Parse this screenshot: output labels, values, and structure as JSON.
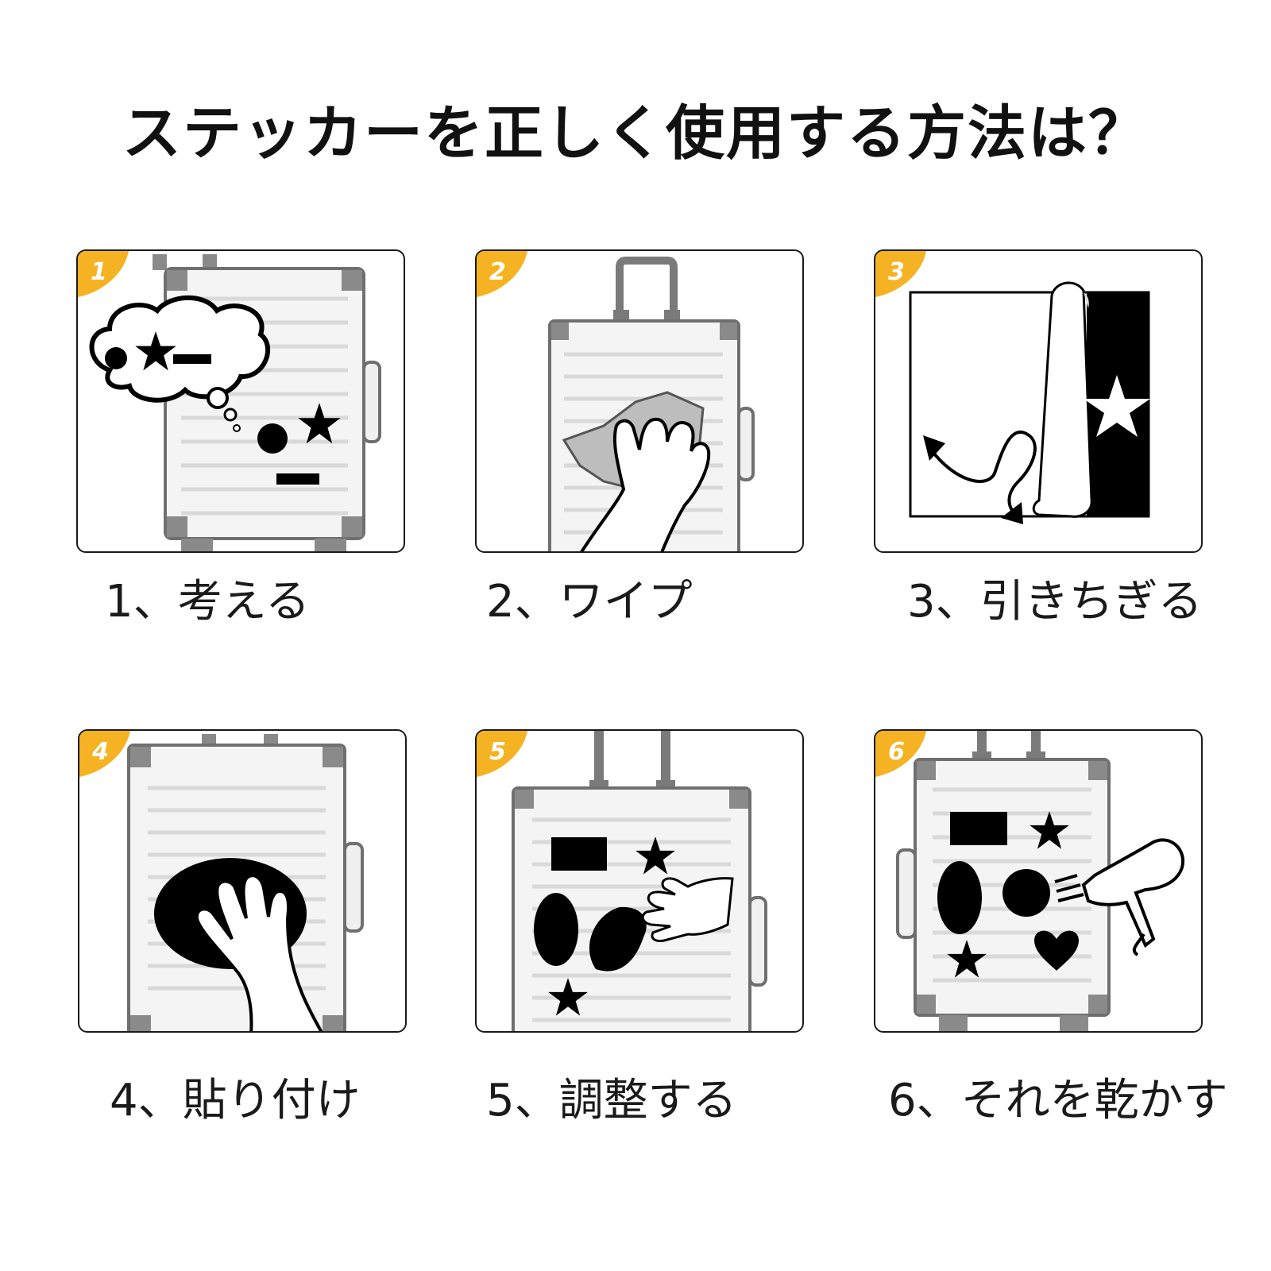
{
  "title": "ステッカーを正しく使用する方法は？",
  "steps": [
    {
      "badge": "1",
      "caption": "1、考える"
    },
    {
      "badge": "2",
      "caption": "2、ワイプ"
    },
    {
      "badge": "3",
      "caption": "3、引きちぎる"
    },
    {
      "badge": "4",
      "caption": "4、貼り付け"
    },
    {
      "badge": "5",
      "caption": "5、調整する"
    },
    {
      "badge": "6",
      "caption": "6、それを乾かす"
    }
  ],
  "colors": {
    "badge": "#f5b323",
    "suitcase_stroke": "#6f6f6f",
    "stripe": "#d9d9d9",
    "ink": "#000000"
  }
}
